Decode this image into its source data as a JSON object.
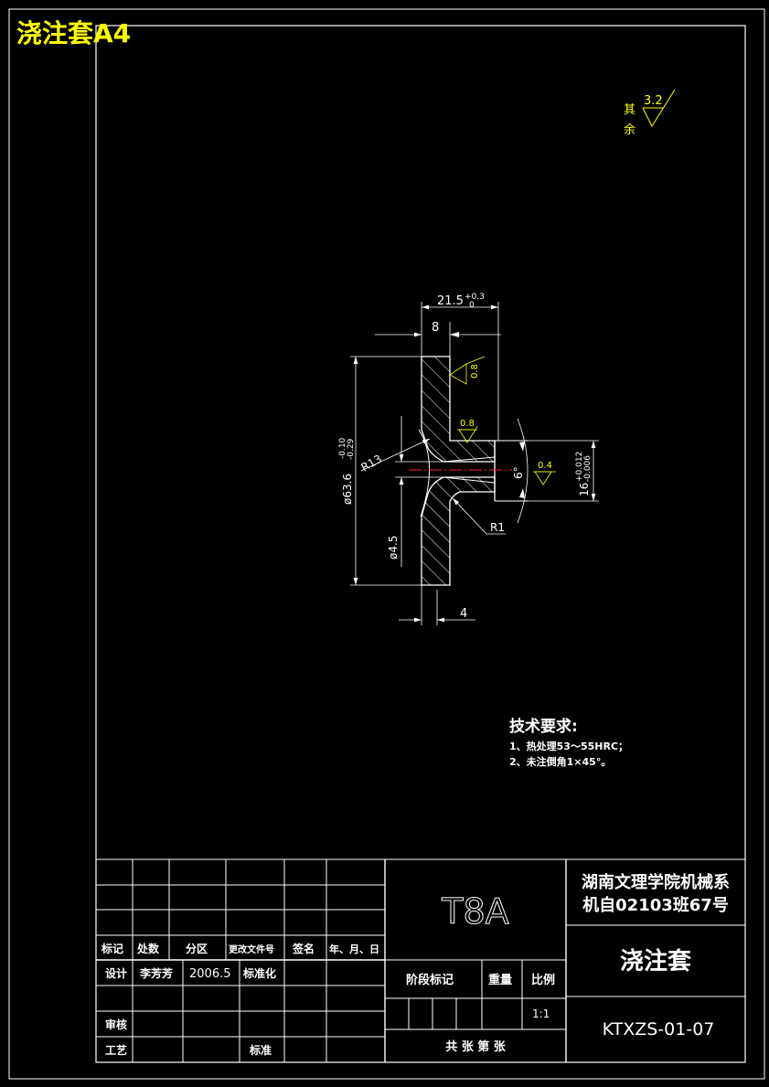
{
  "sheet_label": "浇注套A4",
  "roughness_general": {
    "label_top": "其",
    "label_bottom": "余",
    "value": "3.2"
  },
  "dimensions": {
    "overall_length": "21.5",
    "overall_length_tol_upper": "+0.3",
    "overall_length_tol_lower": "0",
    "flange_thickness": "8",
    "web_thickness": "4",
    "flange_diameter": "ø63.6",
    "flange_diameter_tol_upper": "-0.10",
    "flange_diameter_tol_lower": "-0.29",
    "bore_diameter": "ø4.5",
    "spigot_diameter": "16",
    "spigot_diameter_tol_upper": "+0.012",
    "spigot_diameter_tol_lower": "-0.006",
    "radius_large": "R13",
    "radius_small": "R1",
    "taper_angle": "6°"
  },
  "roughness_marks": [
    "0.8",
    "0.8",
    "0.4"
  ],
  "technical_requirements": {
    "title": "技术要求:",
    "items": [
      "1、热处理53～55HRC；",
      "2、未注倒角1×45°。"
    ]
  },
  "title_block": {
    "material": "T8A",
    "school_line1": "湖南文理学院机械系",
    "school_line2": "机自02103班67号",
    "part_name": "浇注套",
    "drawing_number": "KTXZS-01-07",
    "rev_headers": [
      "标记",
      "处数",
      "分区",
      "更改文件号",
      "签名",
      "年、月、日"
    ],
    "design_label": "设计",
    "designer": "李芳芳",
    "design_date": "2006.5",
    "standardization_label": "标准化",
    "review_label": "审核",
    "process_label": "工艺",
    "approval_label": "标准",
    "stage_label": "阶段标记",
    "weight_label": "重量",
    "scale_label": "比例",
    "scale_value": "1:1",
    "sheets_label": "共 张 第 张"
  }
}
